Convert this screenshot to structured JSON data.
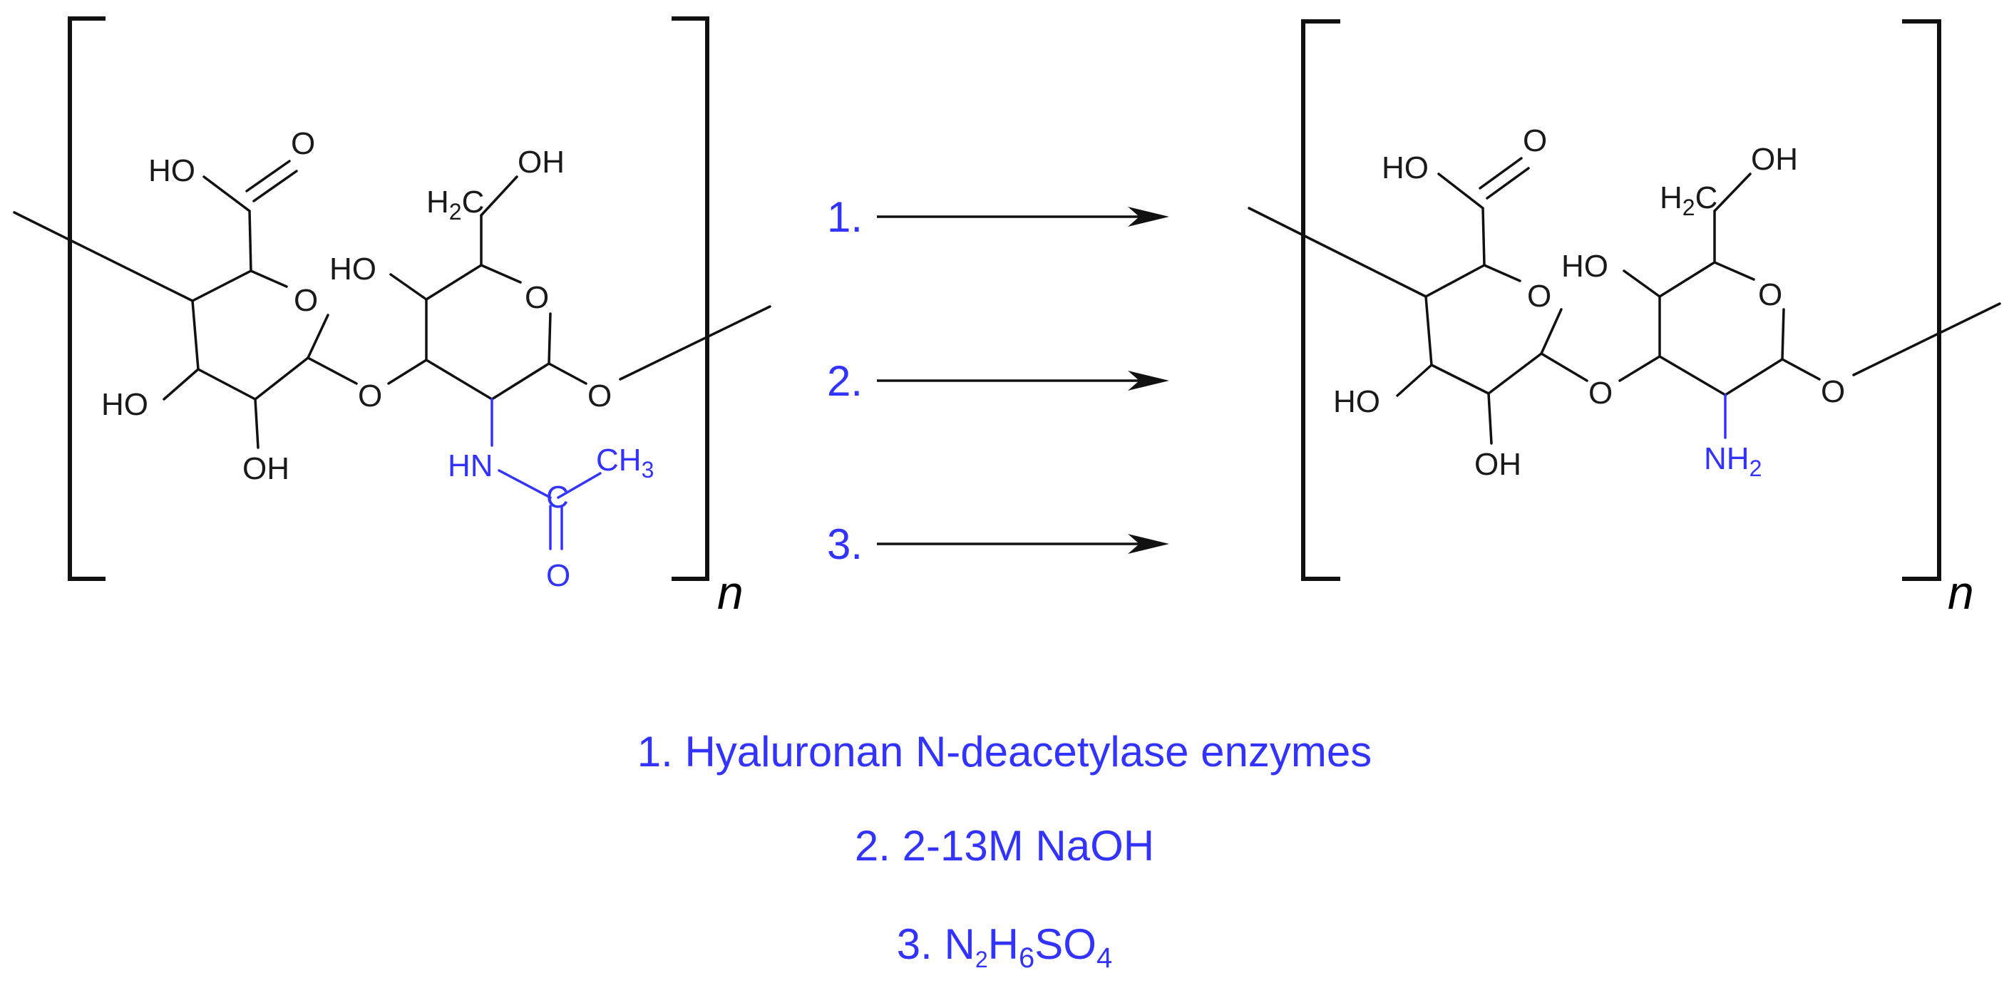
{
  "colors": {
    "bond": "#111111",
    "bracket": "#111111",
    "highlight": "#3333ff",
    "text": "#1a1a1a"
  },
  "reactant": {
    "carboxyl_ho": "HO",
    "carbonyl_o": "O",
    "ring1_o": "O",
    "ho_c4": "HO",
    "oh_c3": "OH",
    "glycosidic_o": "O",
    "ch2_h": "H",
    "ch2_sub": "2",
    "ch2_c": "C",
    "ch2_oh": "OH",
    "ring2_ho": "HO",
    "ring2_o": "O",
    "terminal_o": "O",
    "nh": "HN",
    "acetyl_c": "C",
    "acetyl_o": "O",
    "methyl_ch": "CH",
    "methyl_sub": "3",
    "repeat": "n"
  },
  "product": {
    "carboxyl_ho": "HO",
    "carbonyl_o": "O",
    "ring1_o": "O",
    "ho_c4": "HO",
    "oh_c3": "OH",
    "glycosidic_o": "O",
    "ch2_h": "H",
    "ch2_sub": "2",
    "ch2_c": "C",
    "ch2_oh": "OH",
    "ring2_ho": "HO",
    "ring2_o": "O",
    "terminal_o": "O",
    "nh": "NH",
    "nh_sub": "2",
    "repeat": "n"
  },
  "steps": [
    {
      "label": "1."
    },
    {
      "label": "2."
    },
    {
      "label": "3."
    }
  ],
  "conditions": {
    "c1": "1. Hyaluronan N-deacetylase enzymes",
    "c2": "2. 2-13M NaOH",
    "c3": {
      "prefix": "3. N",
      "s1": "2",
      "h": "H",
      "s2": "6",
      "so": "SO",
      "s3": "4"
    }
  }
}
